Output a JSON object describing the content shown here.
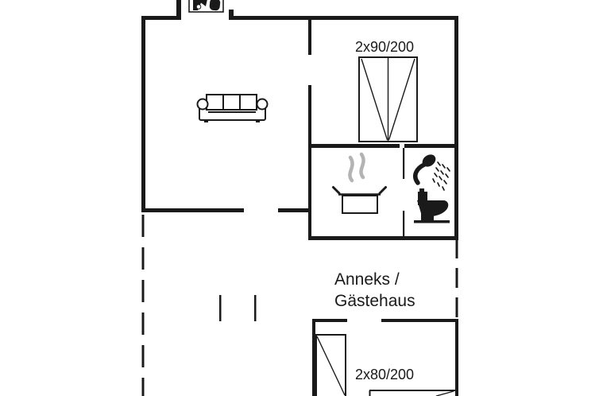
{
  "floor_plan": {
    "labels": {
      "main_bed_size": "2x90/200",
      "annex_name_line1": "Anneks /",
      "annex_name_line2": "Gästehaus",
      "annex_bed_size": "2x80/200"
    },
    "colors": {
      "line": "#1a1a1a",
      "steam": "#b3b3b3",
      "background": "#ffffff"
    },
    "icons": {
      "top_box": "stove-appliance-icon",
      "living_room": "sofa-icon",
      "bedroom": "double-bed-icon",
      "kitchen": "cooking-pot-steam-icon",
      "bathroom_shower": "shower-icon",
      "bathroom_toilet": "toilet-icon",
      "annex_bed_left": "single-bed-icon",
      "annex_bed_bottom": "single-bed-icon"
    }
  }
}
